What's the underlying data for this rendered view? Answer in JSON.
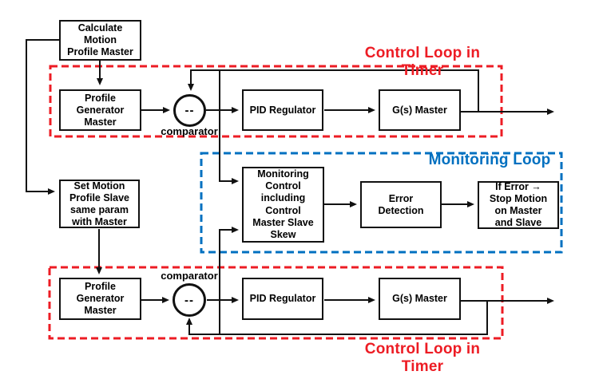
{
  "diagram": {
    "colors": {
      "red": "#ed1c24",
      "blue": "#0070c0",
      "line": "#111111"
    },
    "regions": {
      "control_loop_top": {
        "label": "Control Loop in Timer"
      },
      "monitoring": {
        "label": "Monitoring Loop"
      },
      "control_loop_bottom": {
        "label": "Control Loop in Timer"
      }
    },
    "boxes": {
      "calc": {
        "label": "Calculate\nMotion\nProfile Master"
      },
      "pg_top": {
        "label": "Profile\nGenerator\nMaster"
      },
      "pid_top": {
        "label": "PID Regulator"
      },
      "gs_top": {
        "label": "G(s) Master"
      },
      "set_motion": {
        "label": "Set Motion\nProfile Slave\nsame param\nwith Master"
      },
      "mon_ctrl": {
        "label": "Monitoring\nControl\nincluding\nControl\nMaster Slave\nSkew"
      },
      "err_det": {
        "label": "Error\nDetection"
      },
      "if_err": {
        "label": "If Error →\nStop Motion\non Master\nand Slave"
      },
      "pg_bot": {
        "label": "Profile\nGenerator\nMaster"
      },
      "pid_bot": {
        "label": "PID Regulator"
      },
      "gs_bot": {
        "label": "G(s) Master"
      }
    },
    "comparators": {
      "top": {
        "label": "comparator",
        "symbol": "--"
      },
      "bottom": {
        "label": "comparator",
        "symbol": "--"
      }
    }
  }
}
